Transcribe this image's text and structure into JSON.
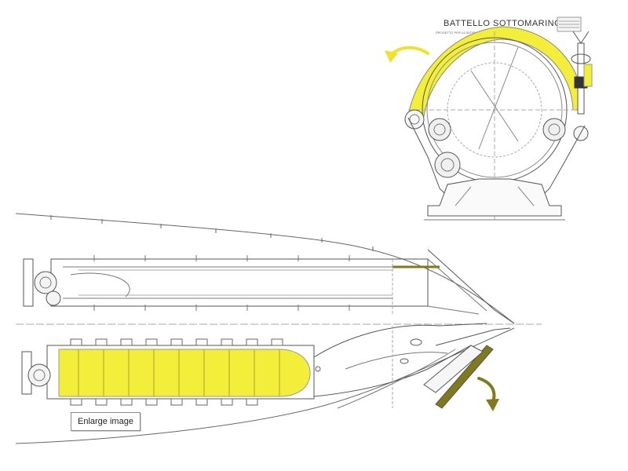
{
  "drawing": {
    "title": "BATTELLO SOTTOMARINO",
    "subtitle": "PROGETTO PER LA SISTEMAZIONE DEI TUBI DI LANCIO",
    "colors": {
      "highlight": "#f2ee3a",
      "arrow_yellow": "#f2df2e",
      "arrow_olive": "#7f7a1c",
      "line": "#555555"
    },
    "icons": [
      "curved-arrow-up-left-icon",
      "curved-arrow-down-icon"
    ]
  },
  "enlarge_button": {
    "label": "Enlarge image"
  }
}
